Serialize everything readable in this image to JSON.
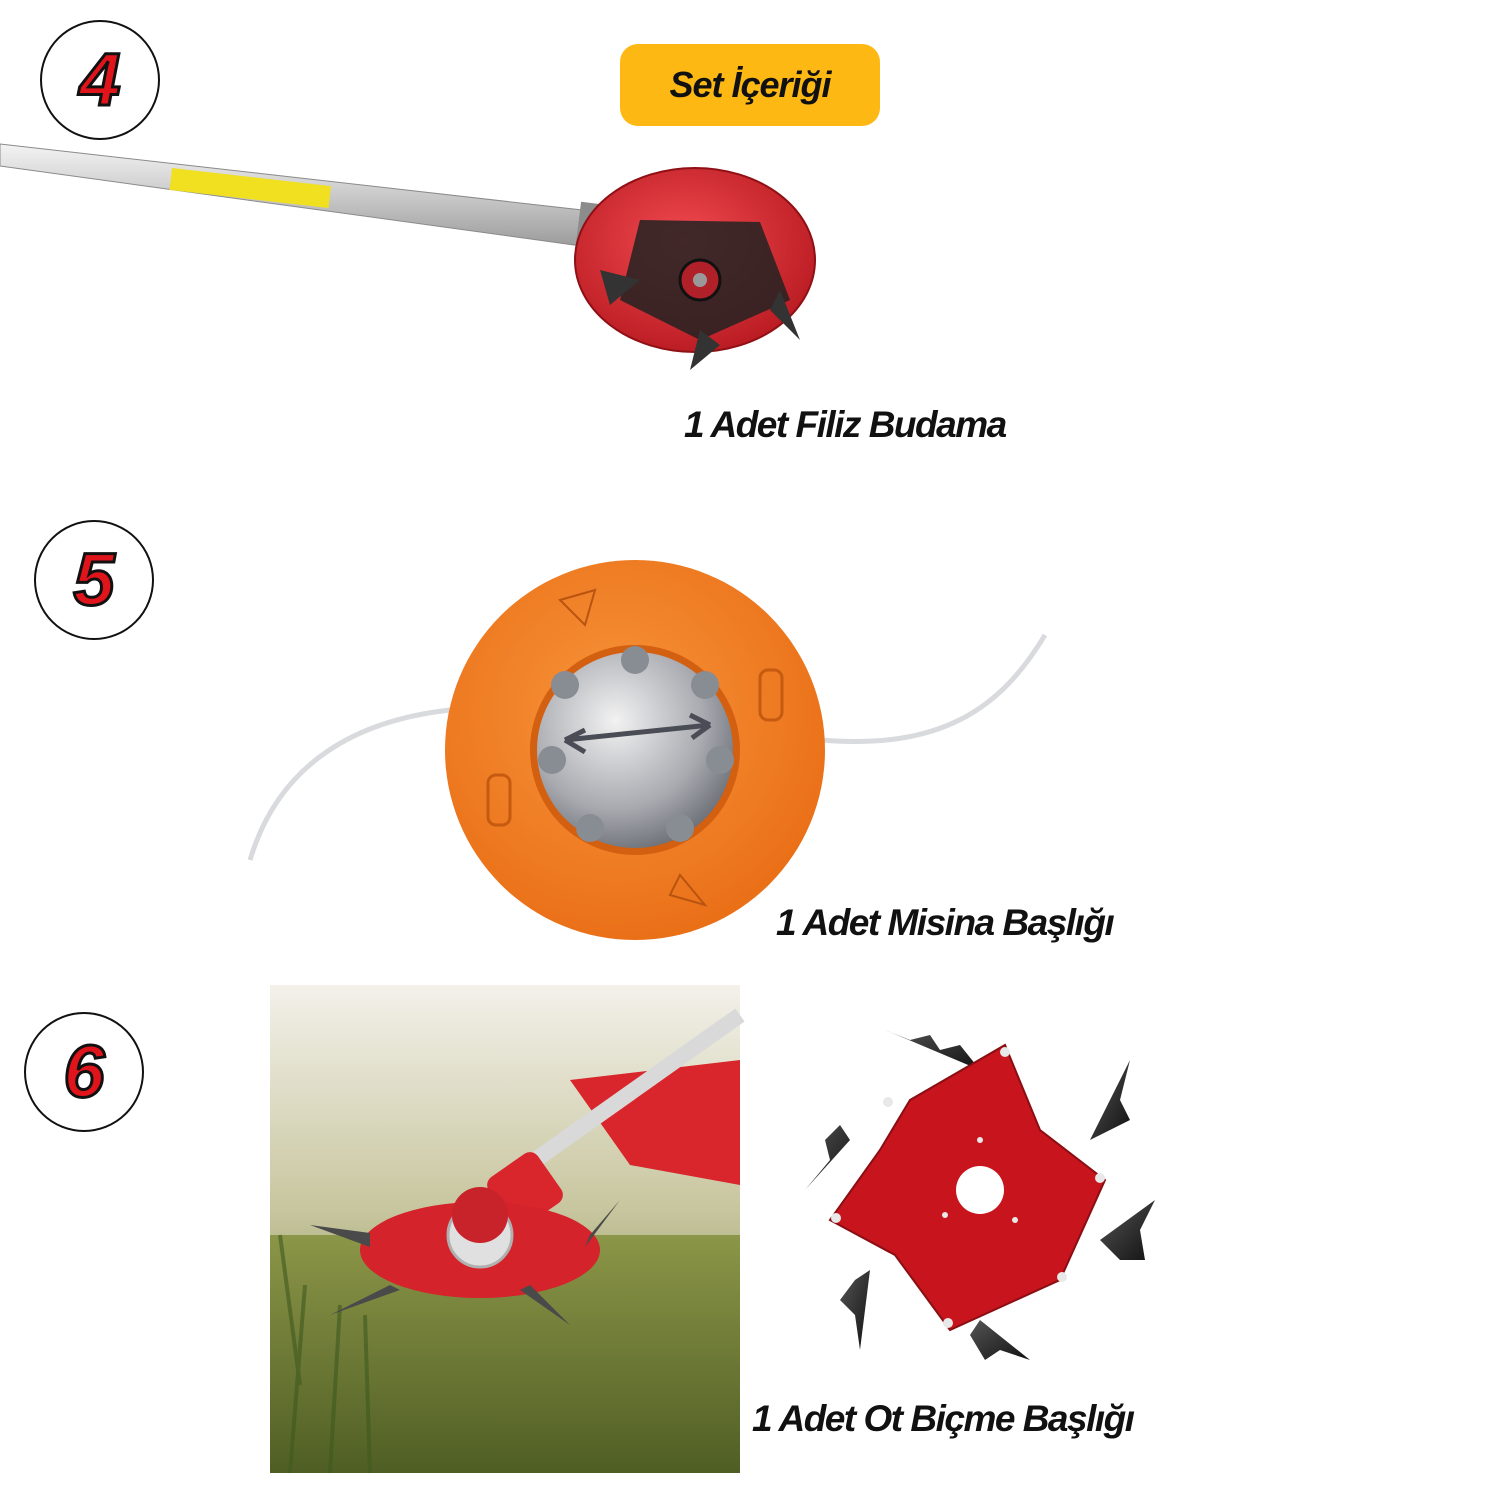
{
  "header": {
    "badge": "Set İçeriği"
  },
  "items": [
    {
      "number": "4",
      "caption": "1 Adet Filiz Budama"
    },
    {
      "number": "5",
      "caption": "1 Adet Misina Başlığı"
    },
    {
      "number": "6",
      "caption": "1 Adet Ot Biçme Başlığı"
    }
  ],
  "colors": {
    "badge": "#fdb813",
    "number": "#e0141b",
    "head_red": "#d8222a",
    "spool_orange": "#f27f22"
  }
}
